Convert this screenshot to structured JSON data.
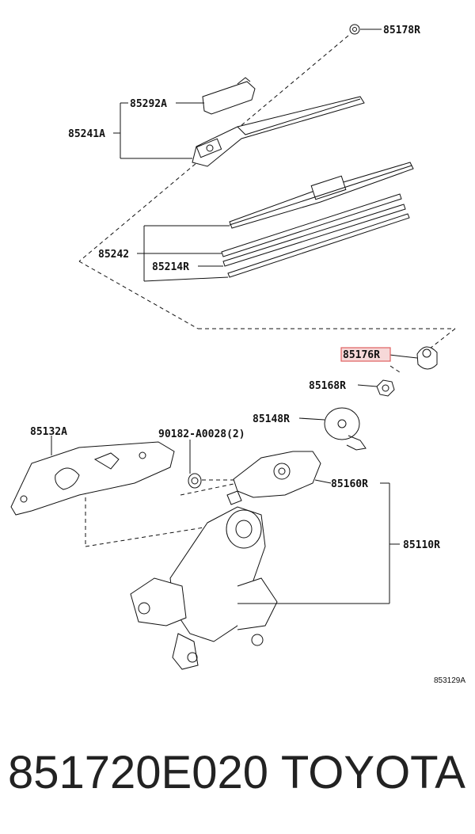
{
  "diagram": {
    "labels": {
      "p85178R": "85178R",
      "p85292A": "85292A",
      "p85241A": "85241A",
      "p85242": "85242",
      "p85214R": "85214R",
      "p85176R": "85176R",
      "p85168R": "85168R",
      "p85148R": "85148R",
      "p85132A": "85132A",
      "p90182": "90182-A0028(2)",
      "p85160R": "85160R",
      "p85110R": "85110R"
    },
    "highlighted_part": "85176R",
    "highlight_color": "#e06060",
    "highlight_fill": "#f6d8d8",
    "reference_code": "853129A"
  },
  "caption": {
    "part_number": "851720E020",
    "brand": "TOYOTA"
  }
}
